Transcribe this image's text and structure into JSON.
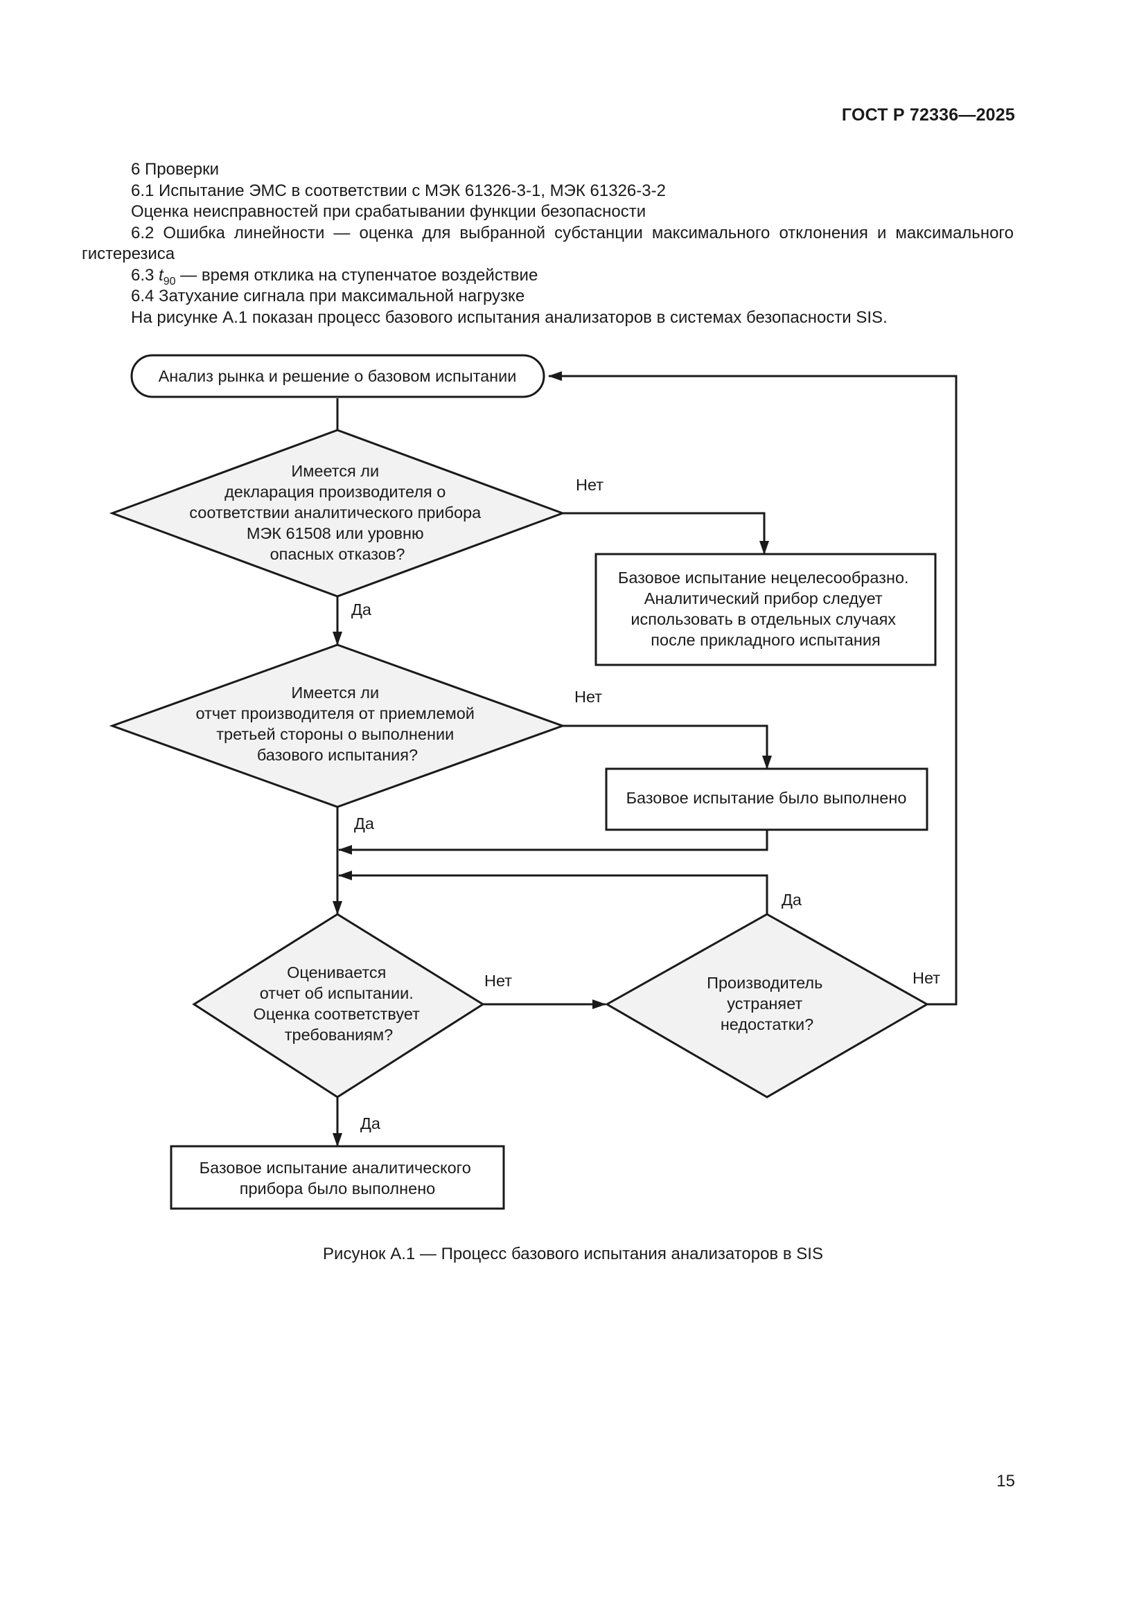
{
  "header": {
    "doc_code": "ГОСТ Р 72336—2025"
  },
  "body_text": {
    "p1": "6 Проверки",
    "p2": "6.1 Испытание ЭМС в соответствии с МЭК 61326-3-1, МЭК 61326-3-2",
    "p3": "Оценка неисправностей при срабатывании функции безопасности",
    "p4": "6.2 Ошибка линейности — оценка для выбранной субстанции максимального отклонения и максимального гистерезиса",
    "p5_prefix": "6.3 ",
    "p5_t": "t",
    "p5_sub": "90",
    "p5_suffix": " — время отклика на ступенчатое воздействие",
    "p6": "6.4 Затухание сигнала при максимальной нагрузке",
    "p7": "На рисунке А.1 показан процесс базового испытания анализаторов в системах безопасности SIS."
  },
  "flowchart": {
    "start": "Анализ рынка и решение о базовом испытании",
    "decision1": [
      "Имеется ли",
      "декларация производителя о",
      "соответствии аналитического прибора",
      "МЭК 61508 или уровню",
      "опасных отказов?"
    ],
    "box1": [
      "Базовое испытание нецелесообразно.",
      "Аналитический прибор следует",
      "использовать в отдельных случаях",
      "после прикладного испытания"
    ],
    "decision2": [
      "Имеется ли",
      "отчет производителя от приемлемой",
      "третьей стороны  о выполнении",
      "базового испытания?"
    ],
    "box2": "Базовое испытание было выполнено",
    "decision3": [
      "Оценивается",
      "отчет об испытании.",
      "Оценка соответствует",
      "требованиям?"
    ],
    "decision4": [
      "Производитель",
      "устраняет",
      "недостатки?"
    ],
    "box_final": [
      "Базовое испытание аналитического",
      "прибора было выполнено"
    ],
    "labels": {
      "yes": "Да",
      "no": "Нет"
    }
  },
  "caption": "Рисунок А.1 — Процесс базового испытания анализаторов в SIS",
  "page_number": "15"
}
